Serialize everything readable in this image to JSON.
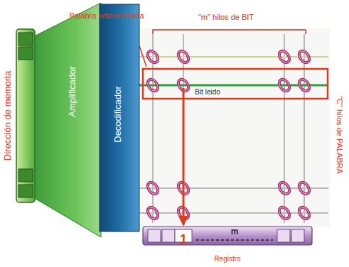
{
  "diagram": {
    "nodes": [
      {
        "text": [
          "Dirección de memoria"
        ]
      },
      {
        "text": [
          "Amplificador"
        ]
      },
      {
        "text": [
          "Decodificador"
        ]
      },
      {
        "text": [
          "Bit leido"
        ]
      },
      {
        "text": [
          "1",
          "m",
          "Registro"
        ]
      }
    ],
    "edges": [
      {
        "from": 3,
        "to": 4,
        "arrow": "to"
      }
    ],
    "labels": [
      "Palabra seleccionada",
      "\"m\" hilos de BIT",
      "\"C\" hilos de PALABRA"
    ]
  }
}
